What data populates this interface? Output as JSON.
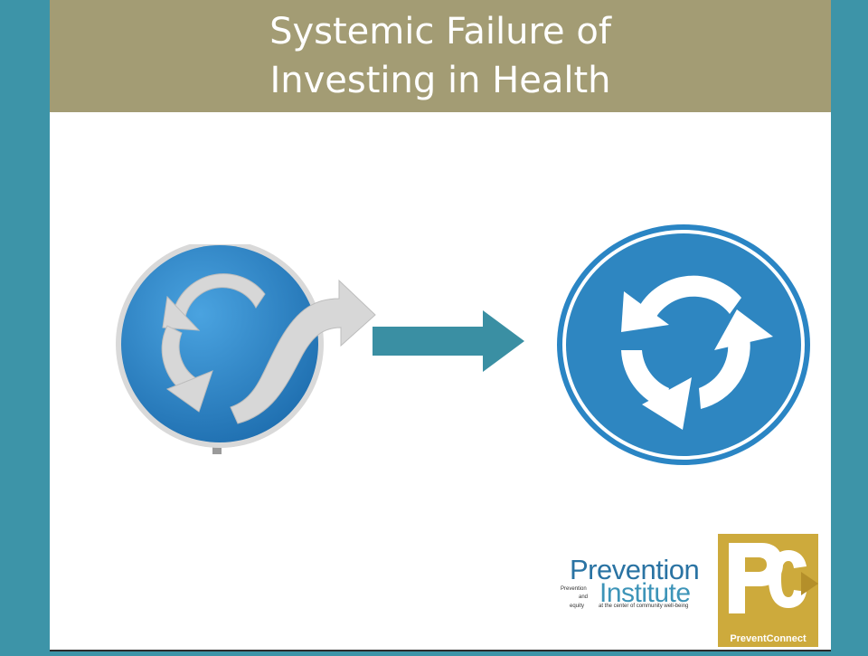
{
  "slide": {
    "title_line1": "Systemic Failure of",
    "title_line2": "Investing in Health"
  },
  "logos": {
    "prevention_institute": {
      "word1": "Prevention",
      "word2": "Institute",
      "small_prevention": "Prevention",
      "small_and": "and",
      "small_equity": "equity",
      "tagline": "at the center of community well-being"
    },
    "prevent_connect": {
      "letters": "PC",
      "name": "PreventConnect"
    }
  },
  "colors": {
    "frame": "#3d94a8",
    "title_bar": "#a39c74",
    "sign_blue": "#2e86c1",
    "arrow_teal": "#3a8fa3",
    "pc_gold": "#cdaa3c"
  }
}
